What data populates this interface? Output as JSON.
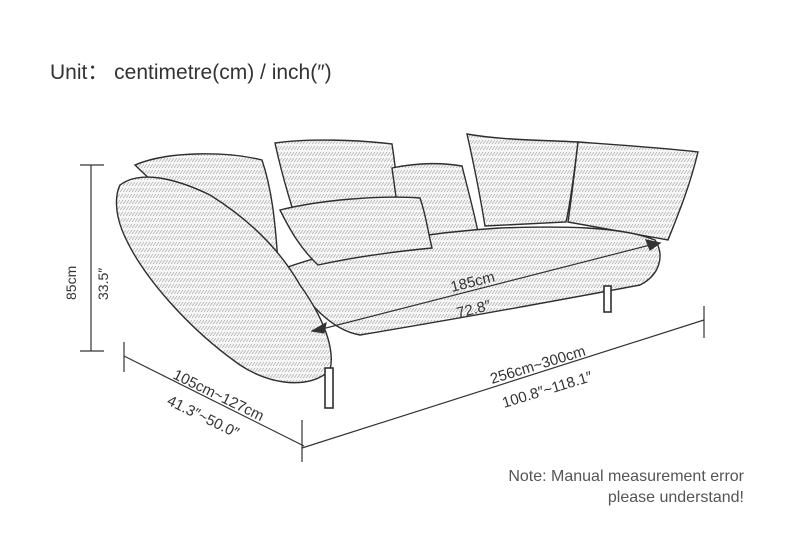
{
  "unit_line": "Unit： centimetre(cm) / inch(″)",
  "dimensions": {
    "height_cm": "85cm",
    "height_in": "33.5″",
    "seat_width_cm": "185cm",
    "seat_width_in": "72.8″",
    "length_cm": "256cm~300cm",
    "length_in": "100.8″~118.1″",
    "depth_cm": "105cm~127cm",
    "depth_in": "41.3″~50.0″"
  },
  "note": {
    "line1": "Note: Manual measurement error",
    "line2": "please understand!"
  },
  "colors": {
    "line": "#333333",
    "sofa_fill": "#f4f4f4",
    "text": "#333333"
  }
}
